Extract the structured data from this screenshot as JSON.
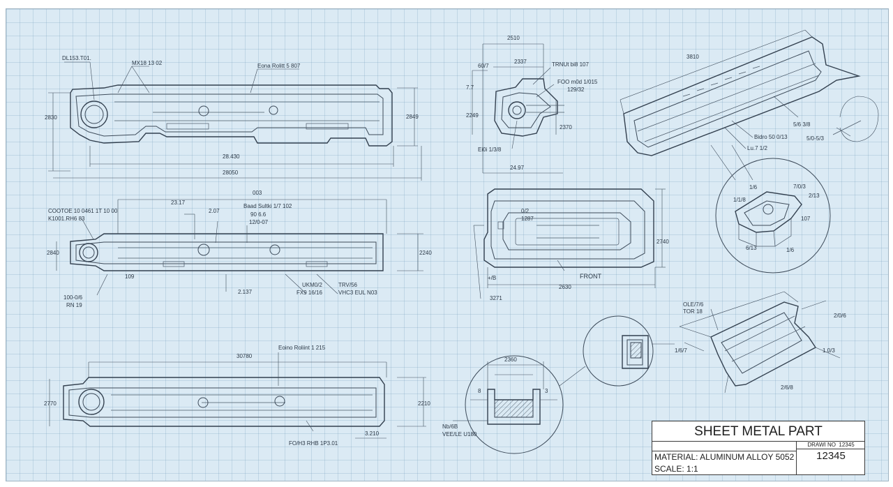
{
  "title_block": {
    "title": "SHEET METAL PART",
    "material": "MATERIAL: ALUMINUM ALLOY 5052",
    "scale": "SCALE: 1:1",
    "drawing_no_label": "DRAWI NO  12345",
    "drawing_no": "12345"
  },
  "view_top_left": {
    "note_a": "DL153.T01.",
    "note_b": "MX18 13 02",
    "note_c": "Eona Rolitt 5 807",
    "dim_height_left": "2830",
    "dim_height_right": "2849",
    "dim_inner": "28.430",
    "dim_overall": "28050"
  },
  "view_mid_left": {
    "note_a": "COOTOE 10 0461 1T 10 00",
    "note_b": "K1001.RH6 83",
    "dim_top": "003",
    "dim_a": "23.17",
    "dim_b": "2.07",
    "note_c": "Baad Sultki 1/7 102",
    "note_d": "90 6.6",
    "note_e": "12/0-07",
    "dim_height_left": "2840",
    "dim_height_right": "2240",
    "dim_small": "109",
    "note_f": "100-0/6",
    "note_g": "RN 19",
    "dim_bottom": "2.137",
    "note_h": "UKM0/2",
    "note_i": "FX9 16/16",
    "note_j": "TRV/56",
    "note_k": "VHC3 EUL N03"
  },
  "view_bottom_left": {
    "dim_top": "30780",
    "note_a": "Eoino Roliint 1 215",
    "dim_height_left": "2770",
    "dim_height_right": "2210",
    "dim_bottom": "3.210",
    "note_b": "FO/H3 RHB 1P3.01"
  },
  "view_section_top": {
    "dim_top": "2510",
    "dim_a": "2337",
    "dim_b": "60/7",
    "note_a": "TRNUt bi8 107",
    "note_b": "FOO m0d 1/015",
    "note_c": "129/32",
    "dim_height_a": "7.7",
    "dim_height_b": "2249",
    "dim_height_c": "2370",
    "note_d": "Ei0i 1/3/8",
    "dim_bottom": "24.97"
  },
  "view_front": {
    "dim_a": "0/2",
    "dim_b": "1287",
    "dim_height": "2740",
    "label": "FRONT",
    "dim_small": "+/B",
    "dim_bottom": "2630",
    "dim_left": "3271"
  },
  "view_iso_top": {
    "dim_a": "3810",
    "note_a": "5/6 3/8",
    "note_b": "Bidro 50 0/13",
    "note_c": "5/0-5/3",
    "note_d": "Lu.7 1/2"
  },
  "detail_circle_right": {
    "labels": [
      "1/6",
      "7/0/3",
      "2/13",
      "1/1/8",
      "107",
      "6/13",
      "1/6"
    ]
  },
  "detail_circle_bottom": {
    "dim_top": "2360",
    "dim_left": "8",
    "dim_right": "3",
    "note_a": "Nb/6B",
    "note_b": "VEE/LE U180"
  },
  "view_iso_bottom": {
    "note_a": "OLE/7/6",
    "note_b": "TOR 18",
    "dim_a": "2/0/6",
    "dim_b": "1.0/3",
    "dim_c": "2/6/8",
    "dim_d": "1/6/7"
  }
}
